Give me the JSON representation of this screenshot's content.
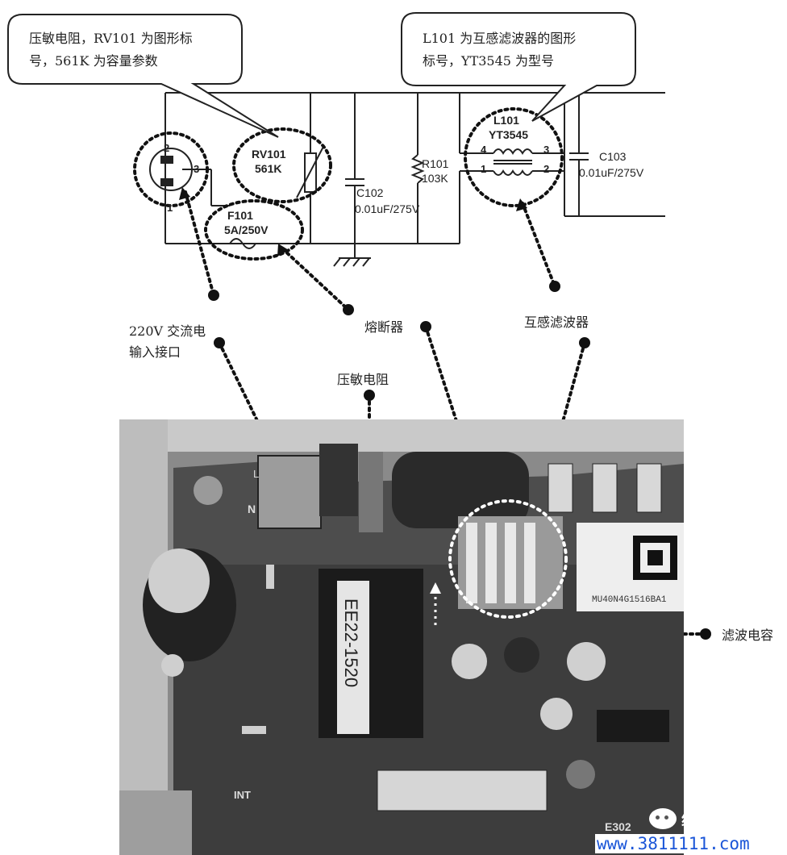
{
  "callouts": {
    "varistor_note": [
      "压敏电阻，RV101 为图形标",
      "号，561K 为容量参数"
    ],
    "filter_note": [
      "L101  为互感滤波器的图形",
      "标号，YT3545 为型号"
    ]
  },
  "schematic": {
    "rv101_ref": "RV101",
    "rv101_val": "561K",
    "c102_ref": "C102",
    "c102_val": "0.01uF/275V",
    "r101_ref": "R101",
    "r101_val": "103K",
    "l101_ref": "L101",
    "l101_val": "YT3545",
    "c103_ref": "C103",
    "c103_val": "0.01uF/275V",
    "f101_ref": "F101",
    "f101_val": "5A/250V",
    "connector_pins": [
      "2",
      "3",
      "1"
    ],
    "l101_pins": [
      "4",
      "3",
      "1",
      "2"
    ]
  },
  "labels": {
    "ac_input": [
      "220V 交流电",
      "输入接口"
    ],
    "fuse": "熔断器",
    "filter": "互感滤波器",
    "varistor": "压敏电阻",
    "filter_cap": "滤波电容"
  },
  "photo": {
    "transformer_text": "EE22-1520",
    "board_code": "MU40N4G1516BA1",
    "l_mark": "L",
    "n_mark": "N",
    "int_mark": "INT",
    "serial": "E302"
  },
  "watermark": {
    "name": "维修人家",
    "url": "www.3811111.com"
  }
}
